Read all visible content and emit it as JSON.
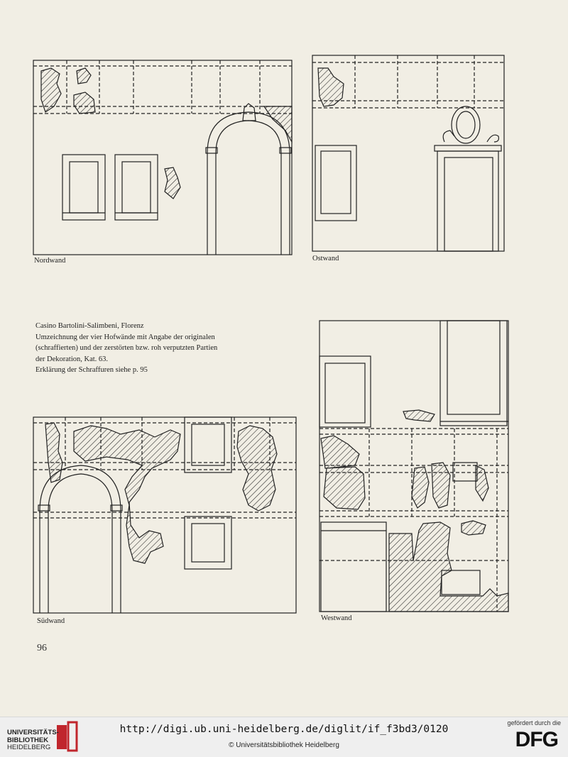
{
  "panels": {
    "nordwand": "Nordwand",
    "ostwand": "Ostwand",
    "suedwand": "Südwand",
    "westwand": "Westwand"
  },
  "caption": {
    "line1": "Casino Bartolini-Salimbeni, Florenz",
    "line2": "Umzeichnung der vier Hofwände mit Angabe der originalen",
    "line3": "(schraffierten) und der zerstörten bzw. roh verputzten Partien",
    "line4": "der Dekoration, Kat. 63.",
    "line5": "Erklärung der Schraffuren siehe p. 95"
  },
  "page_number": "96",
  "footer": {
    "library_line1": "UNIVERSITÄTS-",
    "library_line2": "BIBLIOTHEK",
    "library_line3": "HEIDELBERG",
    "url": "http://digi.ub.uni-heidelberg.de/diglit/if_f3bd3/0120",
    "copyright": "© Universitätsbibliothek Heidelberg",
    "sponsor_label": "gefördert durch die",
    "sponsor": "DFG"
  },
  "colors": {
    "paper": "#f1eee4",
    "ink": "#1a1a1a",
    "footer_bg": "#efefef",
    "logo_red": "#c0262d"
  }
}
